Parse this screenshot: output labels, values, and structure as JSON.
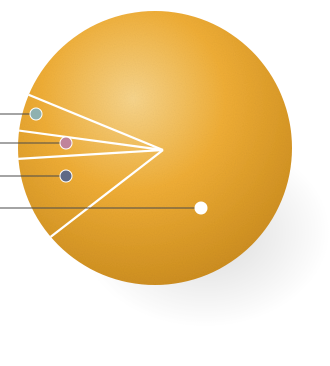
{
  "colors": {
    "background": "#ffffff",
    "sphere_highlight": "#f8d58c",
    "sphere_mid": "#f0ae36",
    "sphere_edge": "#c98a1c",
    "shadow": "#b9b9b9",
    "segment_lines": "#ffffff",
    "leader_lines": "#4a4a4a"
  },
  "markers": [
    {
      "name": "marker-teal",
      "color": "#8fb1b0",
      "stroke": "#ffffff"
    },
    {
      "name": "marker-pink",
      "color": "#c0849b",
      "stroke": "#ffffff"
    },
    {
      "name": "marker-slate",
      "color": "#5e6a86",
      "stroke": "#ffffff"
    },
    {
      "name": "marker-white",
      "color": "#ffffff",
      "stroke": "#ffffff"
    }
  ]
}
